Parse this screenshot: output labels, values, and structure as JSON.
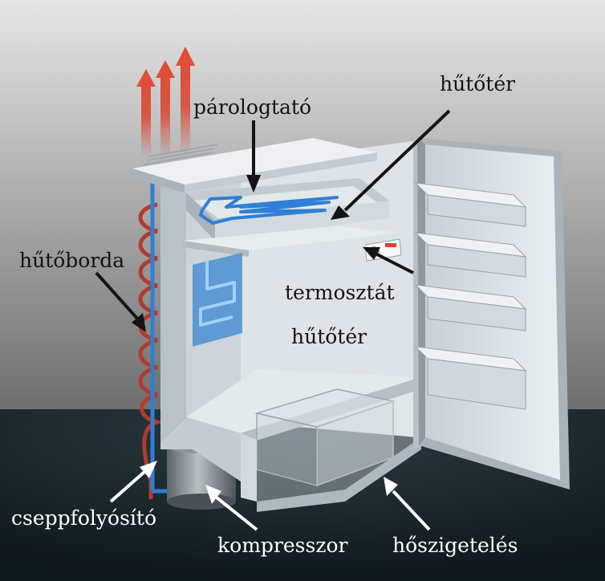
{
  "labels": {
    "evaporator": "párologtató",
    "freezer_space": "hűtőtér",
    "cooling_fins": "hűtőborda",
    "thermostat": "termosztát",
    "fridge_space": "hűtőtér",
    "condenser": "cseppfolyósító",
    "compressor": "kompresszor",
    "insulation": "hőszigetelés"
  },
  "colors": {
    "coolant_cold": "#2f7fd6",
    "coolant_hot": "#c0392b",
    "heat_arrow": "#d9432e",
    "background": "#8f8f8f",
    "floor": "#1c2b30"
  }
}
